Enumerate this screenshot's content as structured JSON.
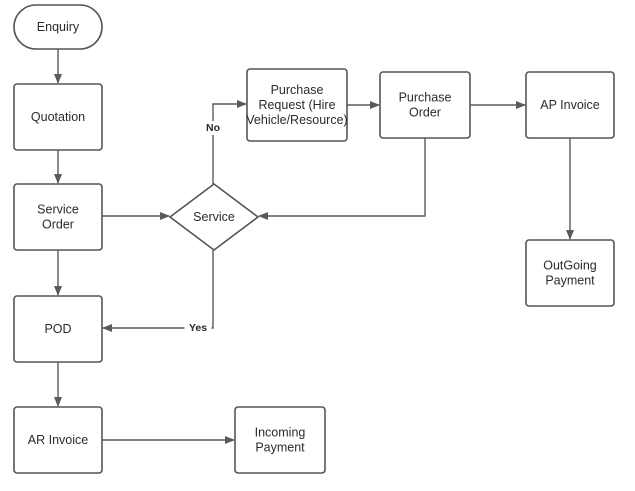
{
  "diagram": {
    "nodes": {
      "enquiry": {
        "shape": "terminal",
        "lines": [
          "Enquiry"
        ]
      },
      "quotation": {
        "shape": "process",
        "lines": [
          "Quotation"
        ]
      },
      "service_order": {
        "shape": "process",
        "lines": [
          "Service",
          "Order"
        ]
      },
      "pod": {
        "shape": "process",
        "lines": [
          "POD"
        ]
      },
      "ar_invoice": {
        "shape": "process",
        "lines": [
          "AR Invoice"
        ]
      },
      "incoming_payment": {
        "shape": "process",
        "lines": [
          "Incoming",
          "Payment"
        ]
      },
      "service": {
        "shape": "decision",
        "lines": [
          "Service"
        ]
      },
      "purchase_request": {
        "shape": "process",
        "lines": [
          "Purchase",
          "Request (Hire",
          "Vehicle/Resource)"
        ]
      },
      "purchase_order": {
        "shape": "process",
        "lines": [
          "Purchase",
          "Order"
        ]
      },
      "ap_invoice": {
        "shape": "process",
        "lines": [
          "AP Invoice"
        ]
      },
      "outgoing_payment": {
        "shape": "process",
        "lines": [
          "OutGoing",
          "Payment"
        ]
      }
    },
    "edges": [
      {
        "from": "enquiry",
        "to": "quotation",
        "label": ""
      },
      {
        "from": "quotation",
        "to": "service_order",
        "label": ""
      },
      {
        "from": "service_order",
        "to": "pod",
        "label": ""
      },
      {
        "from": "pod",
        "to": "ar_invoice",
        "label": ""
      },
      {
        "from": "ar_invoice",
        "to": "incoming_payment",
        "label": ""
      },
      {
        "from": "service_order",
        "to": "service",
        "label": ""
      },
      {
        "from": "service",
        "to": "purchase_request",
        "label": "No"
      },
      {
        "from": "service",
        "to": "pod",
        "label": "Yes"
      },
      {
        "from": "purchase_request",
        "to": "purchase_order",
        "label": ""
      },
      {
        "from": "purchase_order",
        "to": "service",
        "label": ""
      },
      {
        "from": "purchase_order",
        "to": "ap_invoice",
        "label": ""
      },
      {
        "from": "ap_invoice",
        "to": "outgoing_payment",
        "label": ""
      }
    ]
  },
  "colors": {
    "stroke": "#555555",
    "fill": "#ffffff",
    "text": "#2b2b2b",
    "edge": "#5a5a5a"
  }
}
